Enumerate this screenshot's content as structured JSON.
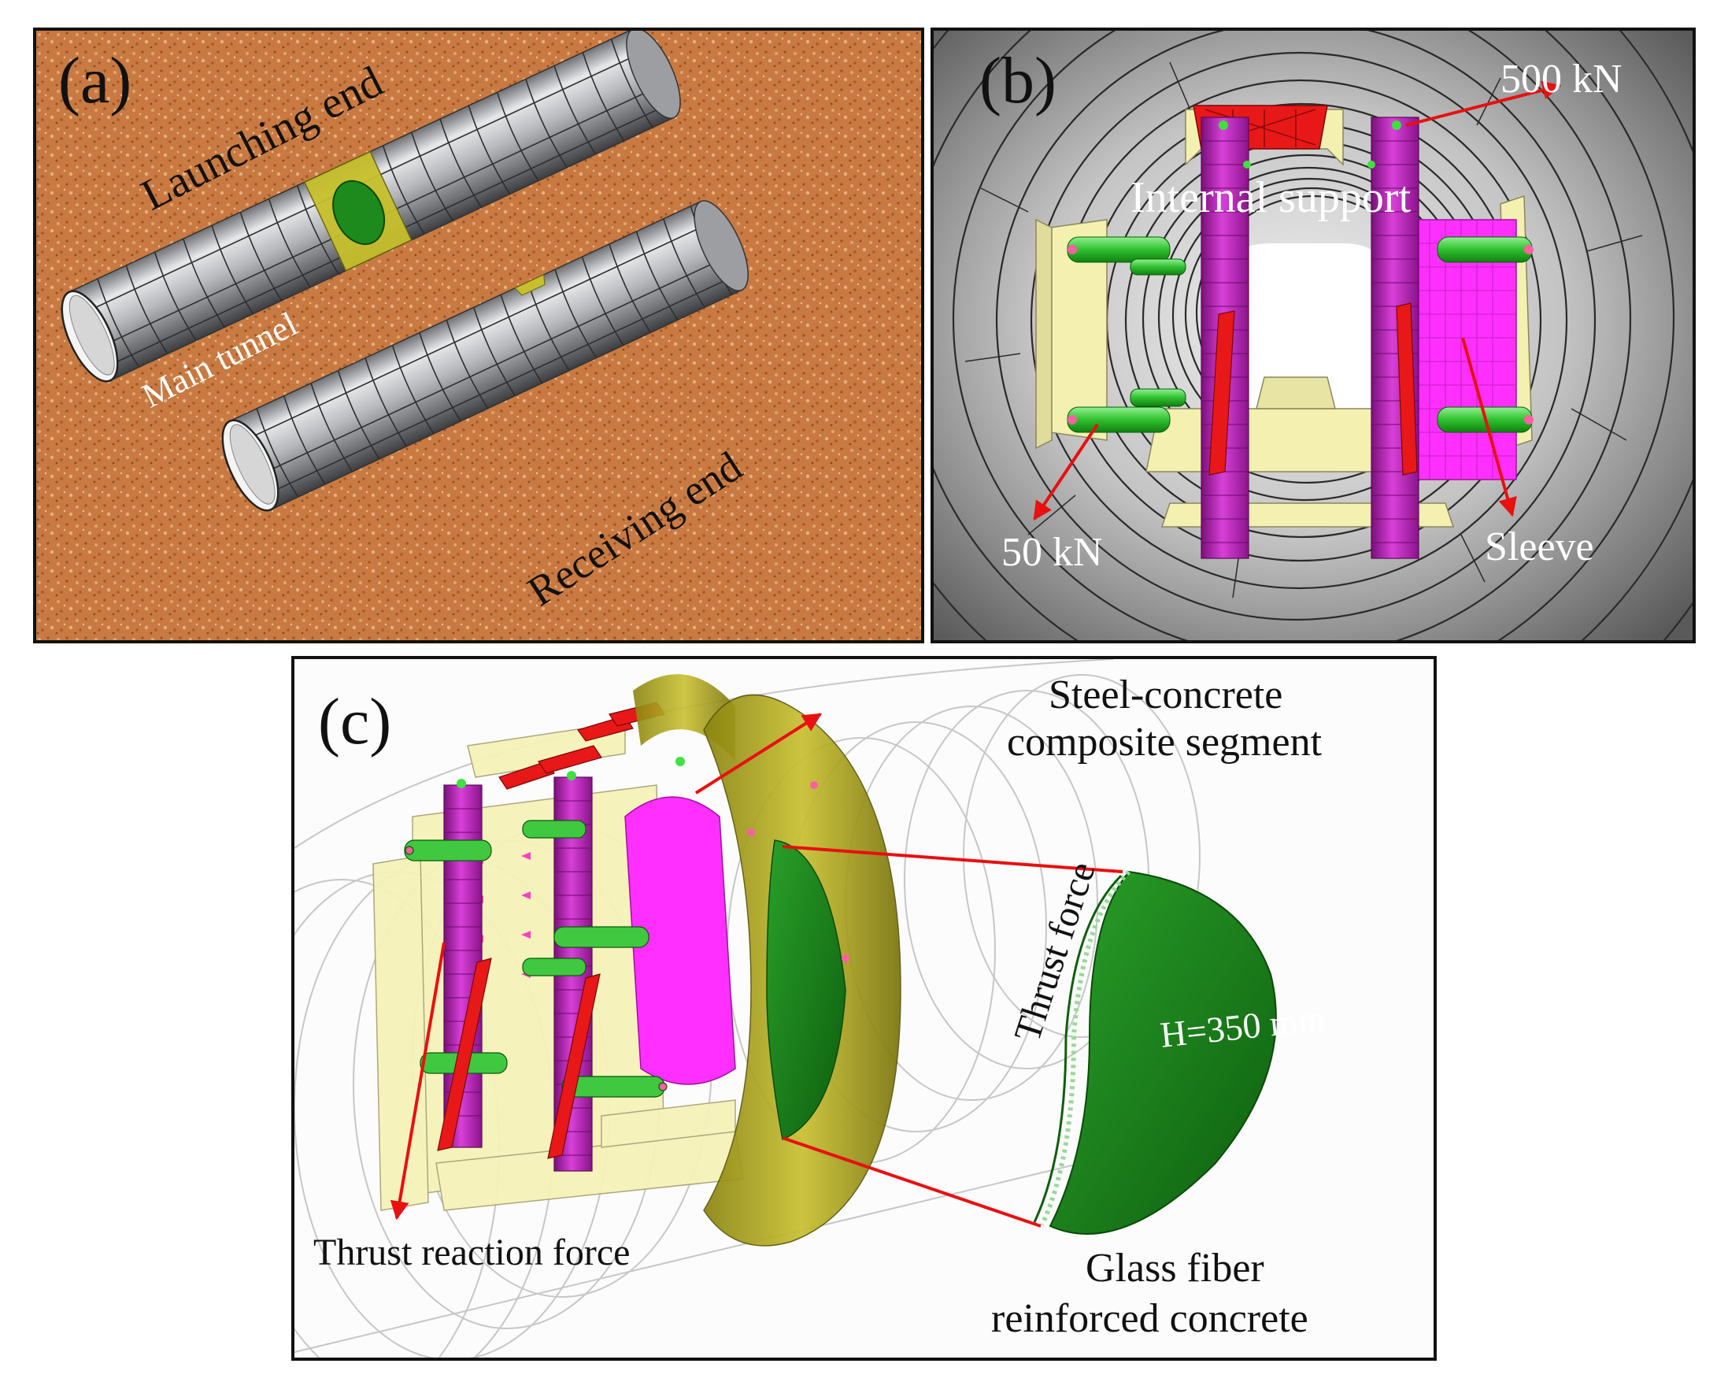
{
  "panel_a": {
    "letter": "(a)",
    "labels": {
      "launching": "Launching end",
      "main": "Main tunnel",
      "receiving": "Receiving end"
    }
  },
  "panel_b": {
    "letter": "(b)",
    "labels": {
      "top_load": "500 kN",
      "support": "Internal support",
      "side_load": "50 kN",
      "sleeve": "Sleeve"
    }
  },
  "panel_c": {
    "letter": "(c)",
    "labels": {
      "steel_1": "Steel-concrete",
      "steel_2": "composite segment",
      "thrust": "Thrust force",
      "height": "H=350 mm",
      "reaction": "Thrust reaction force",
      "glass_1": "Glass fiber",
      "glass_2": "reinforced concrete"
    }
  },
  "colors": {
    "soil": "#c6763e",
    "lining": "#a9abad",
    "yellow_ring": "#c8c030",
    "green_plug": "#1f8a1f",
    "support_yellow": "#f4f0b0",
    "purple_strut": "#b020b0",
    "magenta_sleeve": "#ff30ff",
    "green_jack": "#40d040",
    "red_member": "#e81818",
    "arrow_red": "#e81010"
  }
}
